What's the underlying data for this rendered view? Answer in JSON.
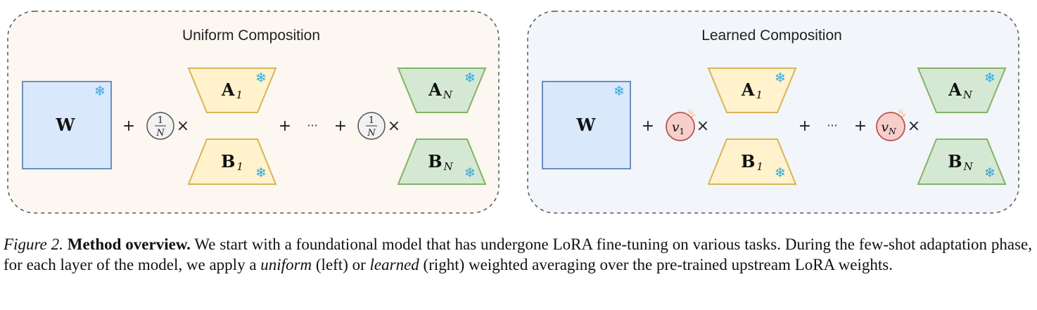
{
  "panels": {
    "uniform": {
      "title": "Uniform Composition",
      "w_label": "W",
      "a1_label": "A",
      "a1_sub": "1",
      "b1_label": "B",
      "b1_sub": "1",
      "an_label": "A",
      "an_sub": "N",
      "bn_label": "B",
      "bn_sub": "N",
      "coef_num": "1",
      "coef_den": "N",
      "plus": "+",
      "times": "×",
      "dots": "···"
    },
    "learned": {
      "title": "Learned Composition",
      "w_label": "W",
      "a1_label": "A",
      "a1_sub": "1",
      "b1_label": "B",
      "b1_sub": "1",
      "an_label": "A",
      "an_sub": "N",
      "bn_label": "B",
      "bn_sub": "N",
      "v1_label": "v",
      "v1_sub": "1",
      "vn_label": "v",
      "vn_sub": "N",
      "plus": "+",
      "times": "×",
      "dots": "···"
    }
  },
  "icons": {
    "frozen": "snowflake-icon",
    "trainable": "flame-icon"
  },
  "colors": {
    "uniform_bg": "#fcf7f1",
    "learned_bg": "#f2f5f9",
    "w_fill": "#dae8fc",
    "w_stroke": "#6c8ebf",
    "a1_fill": "#fff2cc",
    "a1_stroke": "#d6b656",
    "an_fill": "#d5e8d4",
    "an_stroke": "#82b366",
    "v_fill": "#f8cecc",
    "v_stroke": "#b85450",
    "snowflake": "#29a8e0",
    "flame": "#f08a24"
  },
  "caption": {
    "figure_label": "Figure 2.",
    "heading": "Method overview.",
    "text_1": "We start with a foundational model that has undergone LoRA fine-tuning on various tasks. During the few-shot adaptation phase, for each layer of the model, we apply a",
    "uniform_word": "uniform",
    "text_2": "(left) or",
    "learned_word": "learned",
    "text_3": "(right) weighted averaging over the pre-trained upstream LoRA weights."
  }
}
